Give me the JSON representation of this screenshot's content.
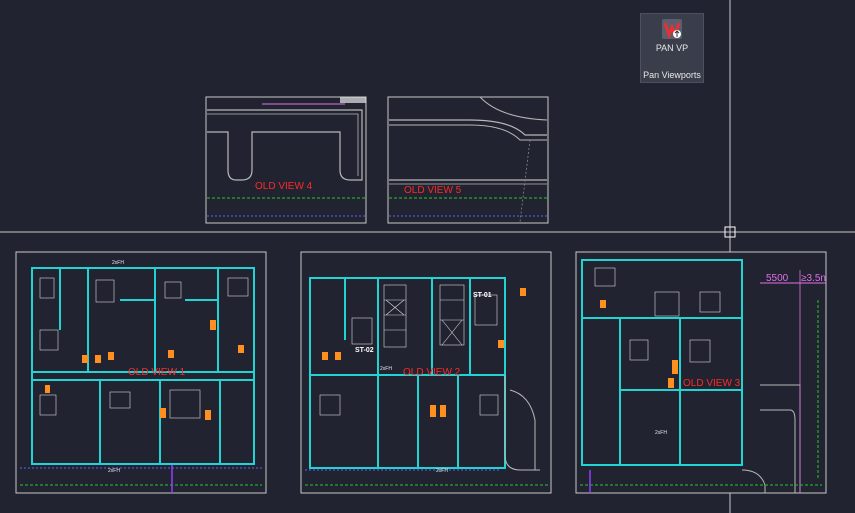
{
  "viewports": [
    {
      "label": "OLD VIEW 1"
    },
    {
      "label": "OLD VIEW 2"
    },
    {
      "label": "OLD VIEW 3"
    },
    {
      "label": "OLD VIEW 4"
    },
    {
      "label": "OLD VIEW 5"
    }
  ],
  "annotations": {
    "room_tag": "2xFH",
    "stair_1": "ST-01",
    "stair_2": "ST-02",
    "dimension_1": "5500",
    "dimension_2": "≥3.5n"
  },
  "tool": {
    "name": "PAN VP",
    "tooltip": "Pan Viewports",
    "icon": "pan-viewports-icon"
  },
  "colors": {
    "background": "#212330",
    "wall": "#22d3d3",
    "furniture": "#ff9020",
    "label": "#ff2a2a",
    "green_line": "#28c828",
    "purple_line": "#9040ff"
  }
}
